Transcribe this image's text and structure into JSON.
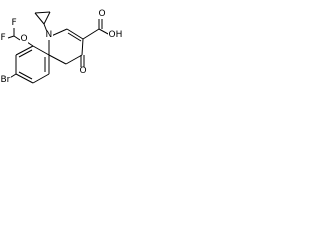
{
  "molecule": {
    "atoms": {
      "n1": "N",
      "carboxyl_oxygen": "O",
      "carboxyl_hydroxyl": "OH",
      "ketone_oxygen": "O",
      "ether_oxygen": "O",
      "fluorine_1": "F",
      "fluorine_2": "F",
      "bromine": "Br"
    },
    "colors": {
      "bond": "#000000",
      "text": "#000000",
      "background": "#ffffff"
    }
  }
}
